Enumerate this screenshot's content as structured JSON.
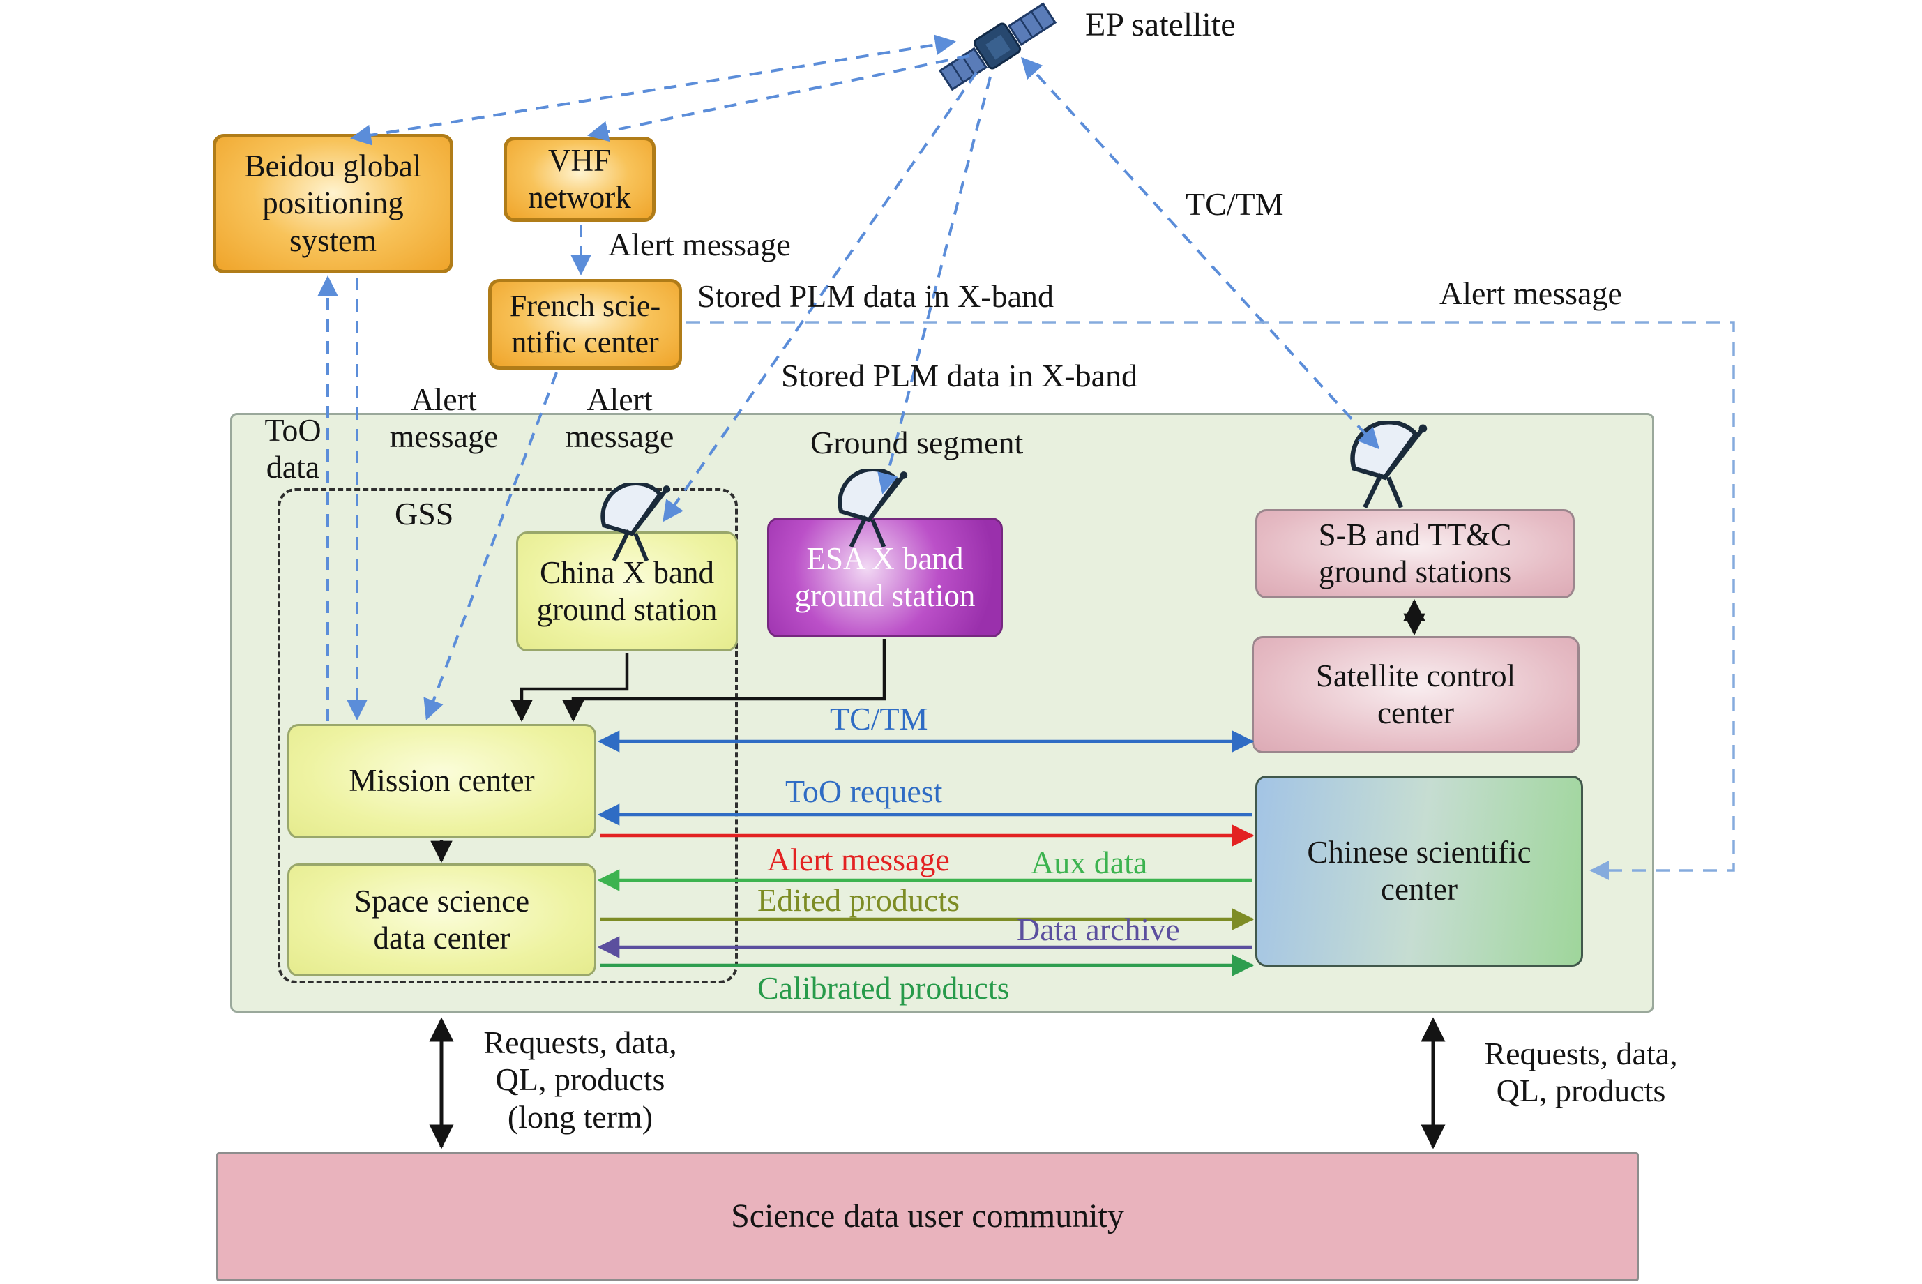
{
  "satellite": {
    "label": "EP satellite"
  },
  "boxes": {
    "beidou": "Beidou global positioning system",
    "vhf": "VHF network",
    "french": "French scie-ntific center",
    "china_gs": "China X band ground station",
    "esa_gs": "ESA X band ground station",
    "sb_ttc": "S-B and TT&C ground stations",
    "scc": "Satellite control center",
    "mission": "Mission center",
    "ssdc": "Space science data center",
    "csc": "Chinese scientific center",
    "community": "Science data user community"
  },
  "region_labels": {
    "ground_segment": "Ground segment",
    "gss": "GSS"
  },
  "link_labels": {
    "alert_vhf": "Alert message",
    "stored_plm_china": "Stored PLM data in X-band",
    "stored_plm_esa": "Stored PLM data in X-band",
    "tc_tm_satellite": "TC/TM",
    "alert_right": "Alert message",
    "too_data": "ToO data",
    "alert_beidou": "Alert message",
    "alert_french": "Alert message",
    "tc_tm_ground": "TC/TM",
    "too_request": "ToO request",
    "alert_csc": "Alert message",
    "aux_data": "Aux data",
    "edited_products": "Edited products",
    "data_archive": "Data archive",
    "calibrated_products": "Calibrated products",
    "requests_left": "Requests, data, QL, products (long term)",
    "requests_right": "Requests, data, QL, products"
  },
  "colors": {
    "satellite_link": "#5b8dd9",
    "tc_tm_link": "#2f6cc4",
    "alert_link": "#e32222",
    "aux_data_link": "#3cb34f",
    "edited_products_link": "#7d8c25",
    "data_archive_link": "#5b4f9e",
    "calibrated_products_link": "#2e9e4f",
    "orange_node": "#f3ab36",
    "yellow_node": "#eef3a2",
    "purple_node": "#a843b5",
    "pink_node": "#e3b6c0",
    "csc_node_left": "#a3c4e5",
    "csc_node_right": "#a0d69c",
    "ground_segment_bg": "#e8f0de",
    "community_node": "#e9b3bd"
  }
}
